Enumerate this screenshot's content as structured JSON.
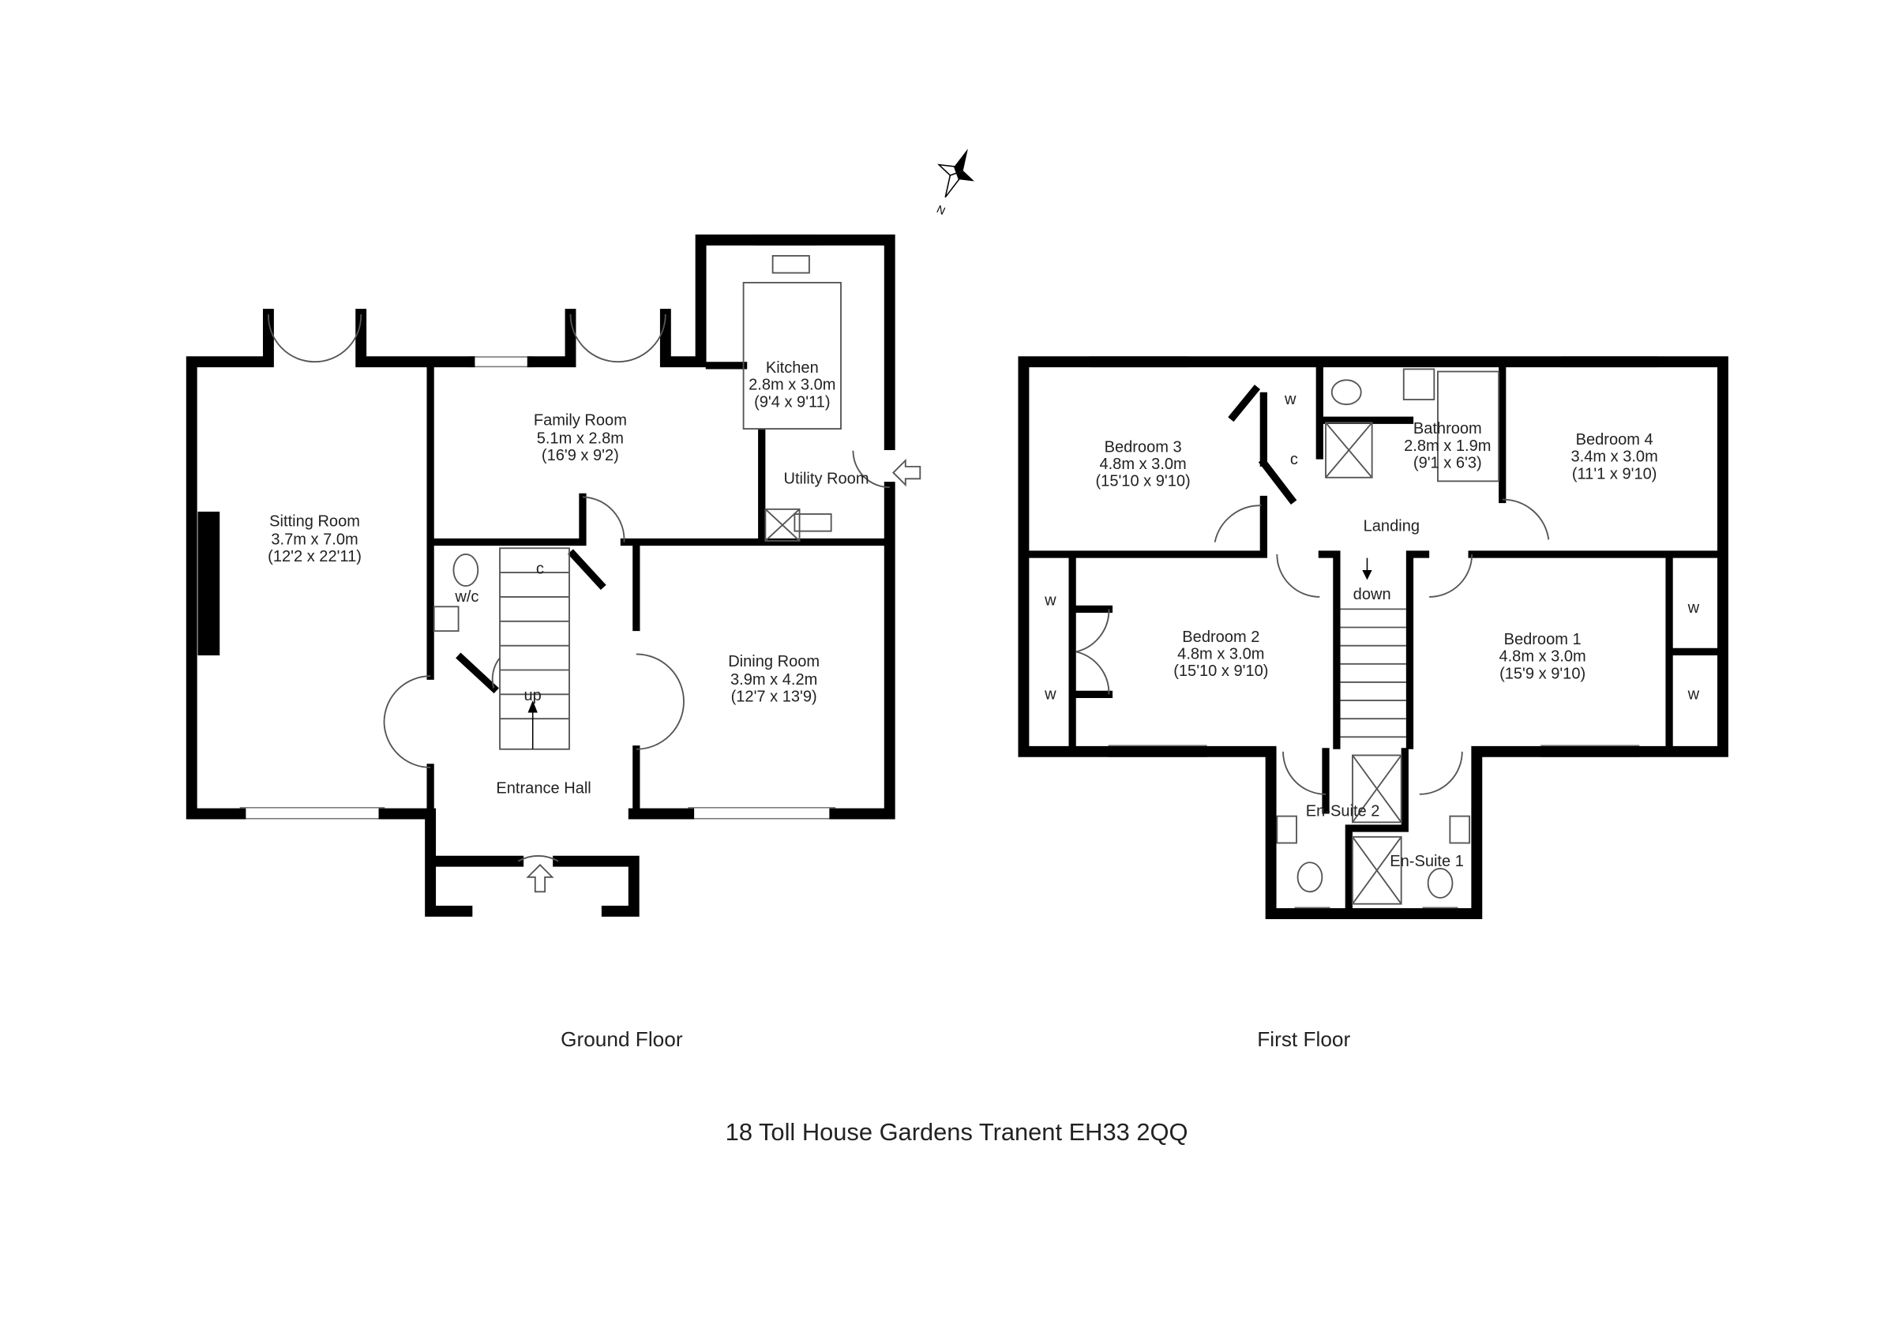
{
  "title": "18 Toll House Gardens Tranent EH33 2QQ",
  "compass_icon": "north-arrow",
  "floors": [
    {
      "name": "Ground Floor",
      "rooms": [
        {
          "name": "Sitting Room",
          "metric": "3.7m x 7.0m",
          "imperial": "(12'2 x 22'11)"
        },
        {
          "name": "Family Room",
          "metric": "5.1m x 2.8m",
          "imperial": "(16'9 x 9'2)"
        },
        {
          "name": "Kitchen",
          "metric": "2.8m x 3.0m",
          "imperial": "(9'4 x 9'11)"
        },
        {
          "name": "Utility Room"
        },
        {
          "name": "Dining Room",
          "metric": "3.9m x 4.2m",
          "imperial": "(12'7 x 13'9)"
        },
        {
          "name": "Entrance Hall"
        },
        {
          "name": "w/c"
        }
      ],
      "marks": {
        "cupboard": "c",
        "stairs": "up"
      }
    },
    {
      "name": "First Floor",
      "rooms": [
        {
          "name": "Bedroom 3",
          "metric": "4.8m x 3.0m",
          "imperial": "(15'10 x 9'10)"
        },
        {
          "name": "Bathroom",
          "metric": "2.8m x 1.9m",
          "imperial": "(9'1 x 6'3)"
        },
        {
          "name": "Bedroom 4",
          "metric": "3.4m x 3.0m",
          "imperial": "(11'1 x 9'10)"
        },
        {
          "name": "Landing"
        },
        {
          "name": "Bedroom 2",
          "metric": "4.8m x 3.0m",
          "imperial": "(15'10 x 9'10)"
        },
        {
          "name": "Bedroom 1",
          "metric": "4.8m x 3.0m",
          "imperial": "(15'9 x 9'10)"
        },
        {
          "name": "En-Suite 2"
        },
        {
          "name": "En-Suite 1"
        }
      ],
      "marks": {
        "wardrobe": "w",
        "cupboard": "c",
        "stairs": "down"
      }
    }
  ]
}
